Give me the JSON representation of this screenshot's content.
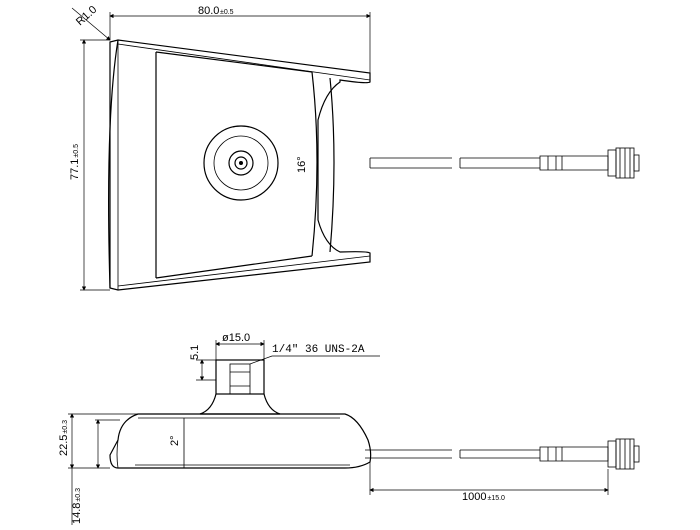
{
  "dimensions": {
    "radius": "R1.0",
    "width_value": "80.0",
    "width_tol": "±0.5",
    "height_value": "77.1",
    "height_tol": "±0.5",
    "angle_top": "16°",
    "base_height_value": "22.5",
    "base_height_tol": "±0.3",
    "bottom_value": "14.8",
    "bottom_tol": "±0.3",
    "side_angle": "2°",
    "cable_length_value": "1000",
    "cable_length_tol": "±15.0",
    "stud_dia": "ø15.0",
    "stud_height": "5.1",
    "thread": "1/4\"  36  UNS-2A"
  }
}
